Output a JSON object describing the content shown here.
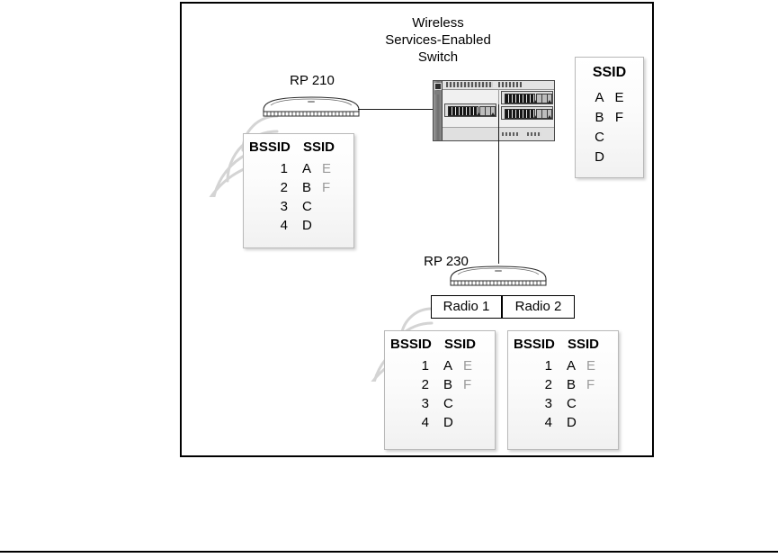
{
  "diagram": {
    "title_lines": [
      "Wireless",
      "Services-Enabled",
      "Switch"
    ],
    "ap_210_label": "RP 210",
    "ap_230_label": "RP 230",
    "radio_tabs": [
      "Radio 1",
      "Radio 2"
    ],
    "colors": {
      "frame_border": "#000000",
      "line": "#1a1a1a",
      "box_border": "#b9b9b9",
      "text": "#000000",
      "muted_text": "#9a9a9a",
      "signal_arc": "#d2d2d2",
      "switch_body": "#e9e9e9"
    },
    "icons": {
      "access_point": "access-point-icon",
      "switch": "network-switch-icon",
      "signal": "wireless-signal-icon"
    }
  },
  "table_headers": {
    "bssid": "BSSID",
    "ssid": "SSID"
  },
  "rp210_table": {
    "headers": [
      "BSSID",
      "SSID"
    ],
    "rows": [
      {
        "bssid": "1",
        "ssid_primary": "A",
        "ssid_secondary": "E"
      },
      {
        "bssid": "2",
        "ssid_primary": "B",
        "ssid_secondary": "F"
      },
      {
        "bssid": "3",
        "ssid_primary": "C",
        "ssid_secondary": ""
      },
      {
        "bssid": "4",
        "ssid_primary": "D",
        "ssid_secondary": ""
      }
    ]
  },
  "rp230_radio1_table": {
    "headers": [
      "BSSID",
      "SSID"
    ],
    "rows": [
      {
        "bssid": "1",
        "ssid_primary": "A",
        "ssid_secondary": "E"
      },
      {
        "bssid": "2",
        "ssid_primary": "B",
        "ssid_secondary": "F"
      },
      {
        "bssid": "3",
        "ssid_primary": "C",
        "ssid_secondary": ""
      },
      {
        "bssid": "4",
        "ssid_primary": "D",
        "ssid_secondary": ""
      }
    ]
  },
  "rp230_radio2_table": {
    "headers": [
      "BSSID",
      "SSID"
    ],
    "rows": [
      {
        "bssid": "1",
        "ssid_primary": "A",
        "ssid_secondary": "E"
      },
      {
        "bssid": "2",
        "ssid_primary": "B",
        "ssid_secondary": "F"
      },
      {
        "bssid": "3",
        "ssid_primary": "C",
        "ssid_secondary": ""
      },
      {
        "bssid": "4",
        "ssid_primary": "D",
        "ssid_secondary": ""
      }
    ]
  },
  "switch_ssid_box": {
    "title": "SSID",
    "rows": [
      {
        "left": "A",
        "right": "E"
      },
      {
        "left": "B",
        "right": "F"
      },
      {
        "left": "C",
        "right": ""
      },
      {
        "left": "D",
        "right": ""
      }
    ]
  }
}
